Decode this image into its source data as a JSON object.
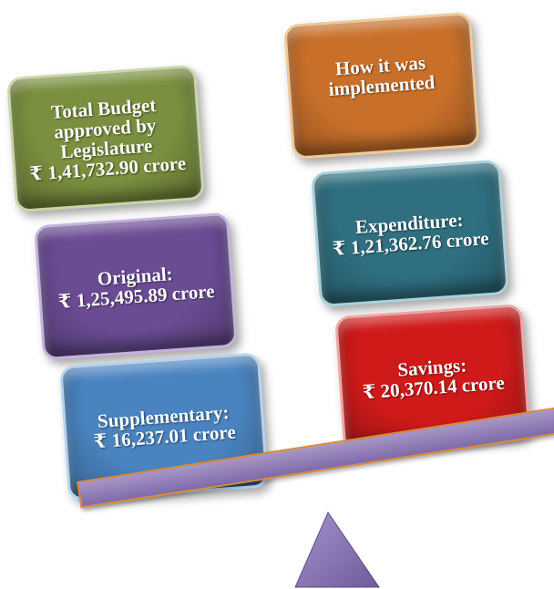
{
  "boxes": {
    "total": {
      "lines": [
        "Total Budget",
        "approved by",
        "Legislature",
        "₹ 1,41,732.90 crore"
      ],
      "color": "#7a8f3f"
    },
    "implemented": {
      "lines": [
        "How it was",
        "implemented"
      ],
      "color": "#c8702a"
    },
    "original": {
      "lines": [
        "Original:",
        "₹ 1,25,495.89 crore"
      ],
      "color": "#6a4c93"
    },
    "expenditure": {
      "lines": [
        "Expenditure:",
        "₹ 1,21,362.76 crore"
      ],
      "color": "#2f6f80"
    },
    "supplementary": {
      "lines": [
        "Supplementary:",
        "₹ 16,237.01 crore"
      ],
      "color": "#4a84c0"
    },
    "savings": {
      "lines": [
        "Savings:",
        "₹ 20,370.14 crore"
      ],
      "color": "#d01a1a"
    }
  },
  "balance": {
    "beam_color": "#9481bd",
    "beam_border_color": "#d98a3a",
    "fulcrum_color": "#8e7ab8"
  }
}
